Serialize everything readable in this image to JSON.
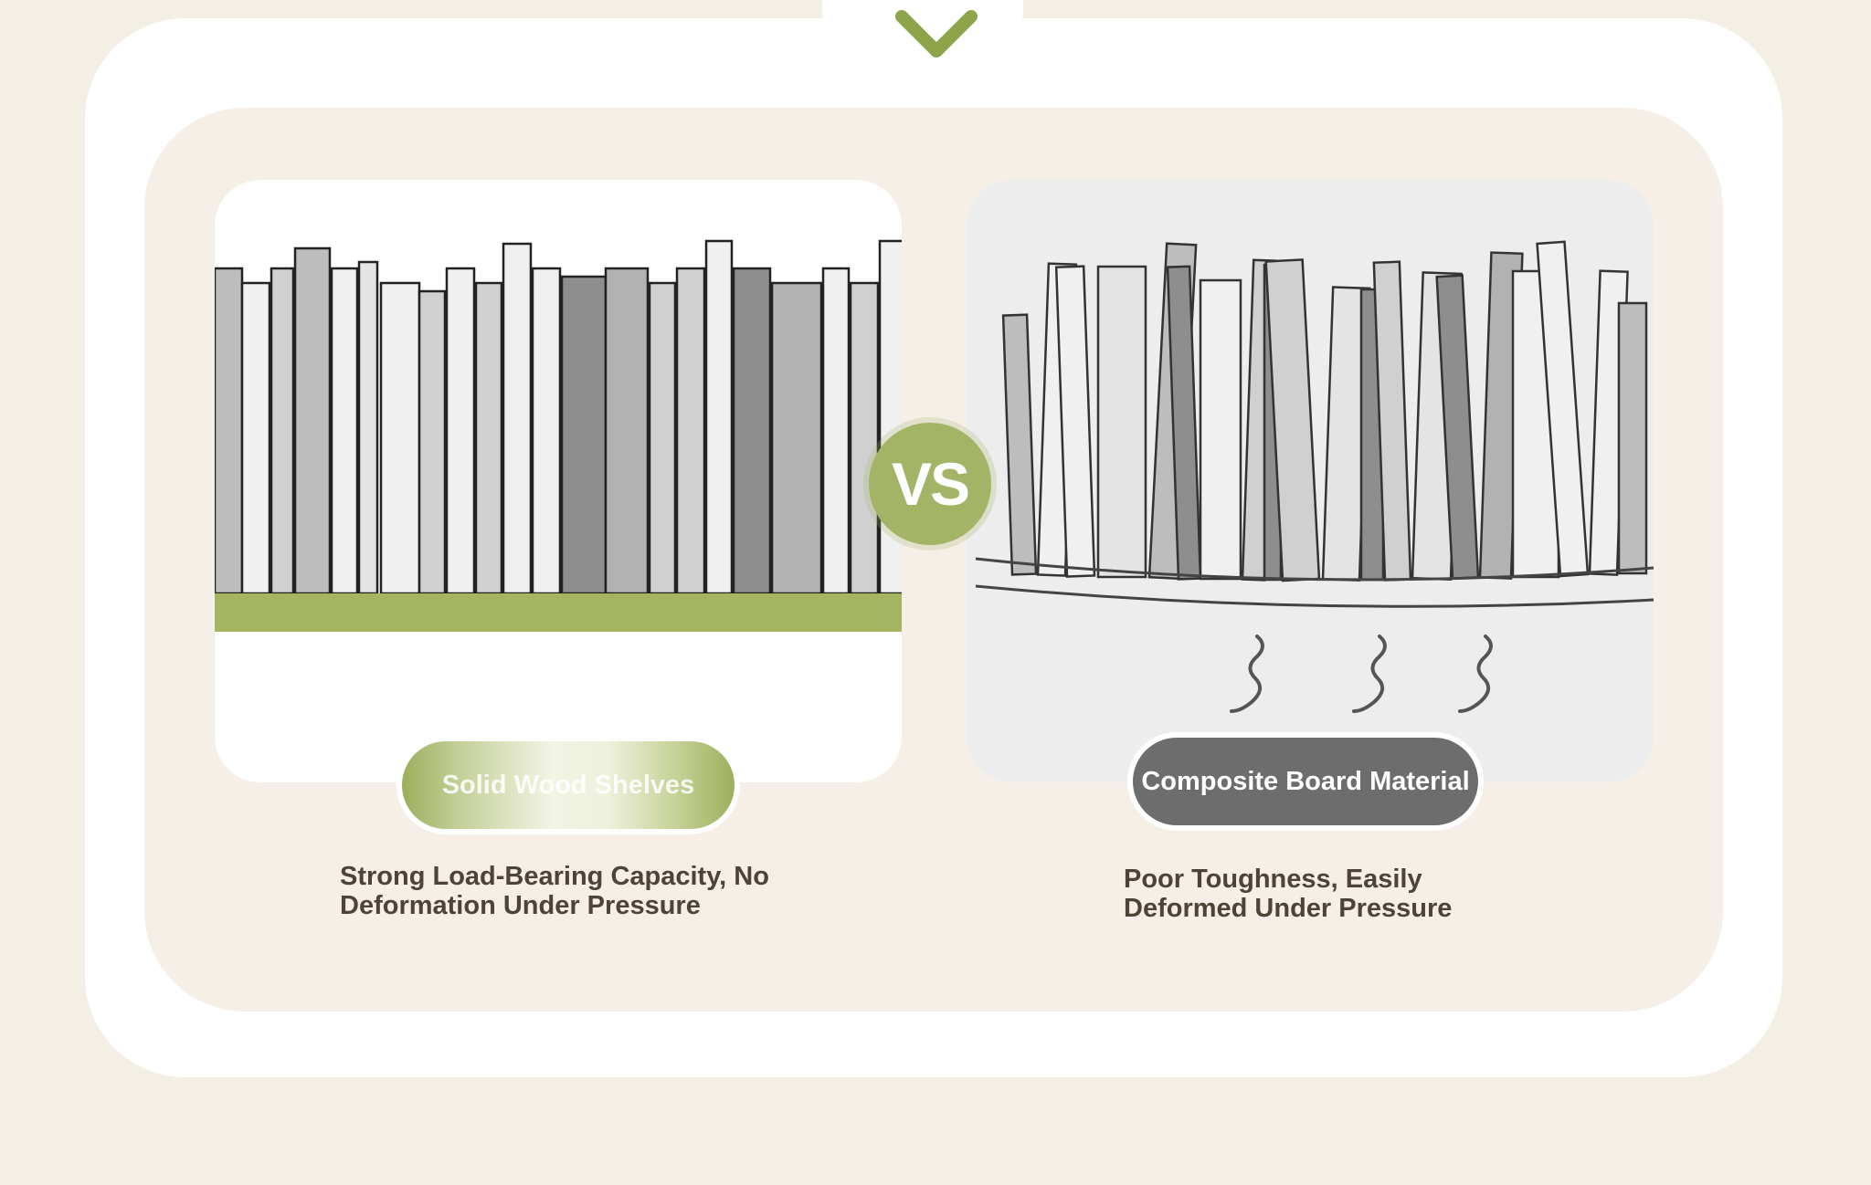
{
  "top": {
    "icon": "chevron-down-icon",
    "accent": "#8da44a"
  },
  "vs_label": "VS",
  "left": {
    "label": "Solid Wood Shelves",
    "description_lines": [
      "Strong Load-Bearing Capacity, No",
      "Deformation Under Pressure"
    ],
    "shelf_color": "#a4b45f"
  },
  "right": {
    "label": "Composite Board Material",
    "description_lines": [
      "Poor Toughness, Easily",
      "Deformed Under Pressure"
    ],
    "pill_color": "#6d6d6d"
  },
  "colors": {
    "background": "#f4efe4",
    "inner": "#f6efe8",
    "vs": "#a4b467",
    "text": "#4e4337"
  }
}
